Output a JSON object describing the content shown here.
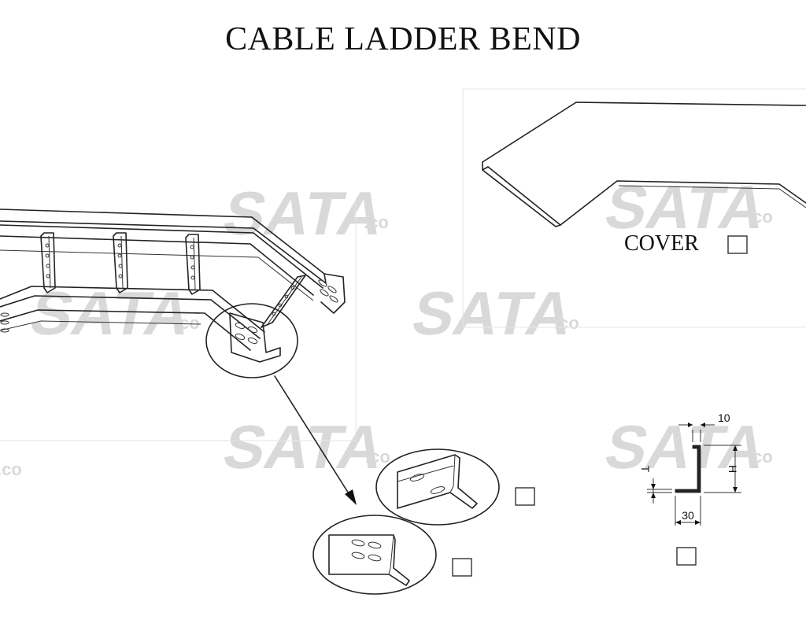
{
  "title": "CABLE LADDER BEND",
  "cover_label": "COVER",
  "watermark": {
    "main": "SATA",
    "suffix": ".co"
  },
  "profile_dimensions": {
    "flange": "10",
    "height": "H",
    "thickness": "T",
    "base": "30"
  },
  "checkboxes": [
    {
      "name": "cover-option",
      "checked": false
    },
    {
      "name": "rung-option-double-slot",
      "checked": false
    },
    {
      "name": "rung-option-quad-slot",
      "checked": false
    },
    {
      "name": "profile-option",
      "checked": false
    }
  ]
}
